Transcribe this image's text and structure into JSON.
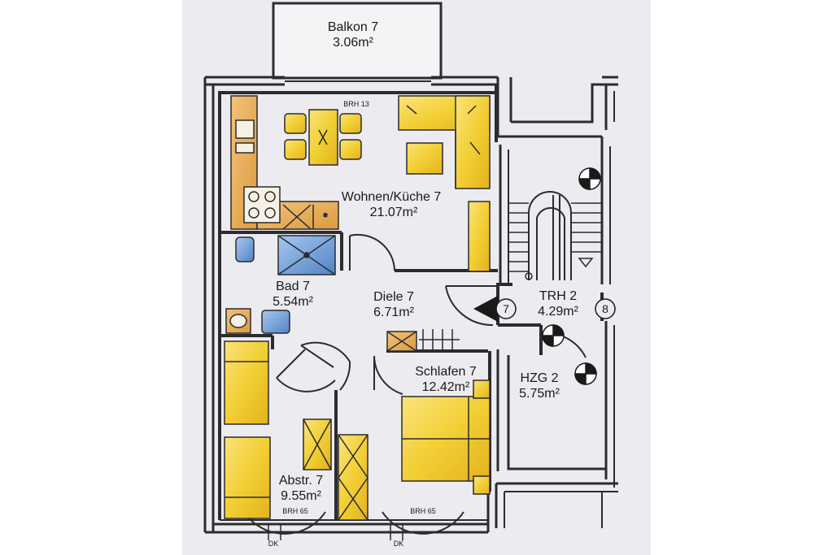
{
  "rooms": {
    "balkon": {
      "name": "Balkon 7",
      "area": "3.06m²"
    },
    "wohnen": {
      "name": "Wohnen/Küche 7",
      "area": "21.07m²"
    },
    "bad": {
      "name": "Bad 7",
      "area": "5.54m²"
    },
    "diele": {
      "name": "Diele 7",
      "area": "6.71m²"
    },
    "schlafen": {
      "name": "Schlafen 7",
      "area": "12.42m²"
    },
    "abstr": {
      "name": "Abstr. 7",
      "area": "9.55m²"
    },
    "trh": {
      "name": "TRH 2",
      "area": "4.29m²"
    },
    "hzg": {
      "name": "HZG 2",
      "area": "5.75m²"
    }
  },
  "notes": {
    "brh_top": "BRH 13",
    "brh_left": "BRH 65",
    "brh_right": "BRH 65",
    "dk_left": "DK",
    "dk_right": "DK"
  },
  "markers": {
    "unit_7": "7",
    "unit_8": "8"
  },
  "colors": {
    "wall": "#2b2b30",
    "furniture_yellow": "#f2cf35",
    "furniture_orange": "#e7a94c",
    "bath_blue": "#6f9fd8",
    "paper": "#ecebef"
  }
}
